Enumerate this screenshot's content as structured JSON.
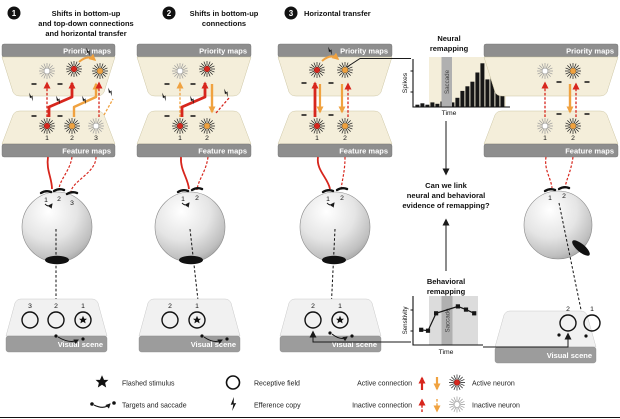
{
  "labels": {
    "priority_maps": "Priority maps",
    "feature_maps": "Feature maps",
    "visual_scene": "Visual scene"
  },
  "panels": [
    {
      "badge": "1",
      "title_lines": [
        "Shifts in bottom-up",
        "and top-down connections",
        "and horizontal transfer"
      ],
      "feature_numbers": [
        "1",
        "2",
        "3"
      ],
      "eye_numbers": [
        "1",
        "2",
        "3"
      ],
      "scene_numbers": [
        "3",
        "2",
        "1"
      ]
    },
    {
      "badge": "2",
      "title_lines": [
        "Shifts in bottom-up",
        "connections"
      ],
      "feature_numbers": [
        "1",
        "2"
      ],
      "eye_numbers": [
        "1",
        "2"
      ],
      "scene_numbers": [
        "2",
        "1"
      ]
    },
    {
      "badge": "3",
      "title_lines": [
        "Horizontal transfer"
      ],
      "feature_numbers": [
        "1",
        "2"
      ],
      "eye_numbers": [
        "1",
        "2"
      ],
      "scene_numbers": [
        "2",
        "1"
      ]
    },
    {
      "badge": "",
      "title_lines": [],
      "feature_numbers": [
        "1",
        "2"
      ],
      "eye_numbers": [
        "1",
        "2"
      ],
      "scene_numbers": [
        "2",
        "1"
      ]
    }
  ],
  "question": {
    "lines": [
      "Can we link",
      "neural and behavioral",
      "evidence of remapping?"
    ]
  },
  "chart_data": [
    {
      "type": "bar",
      "title": "Neural remapping",
      "title_lines": [
        "Neural",
        "remapping"
      ],
      "ylabel": "Spikes",
      "xlabel": "Time",
      "band_label": "Saccade",
      "legend_position": "none",
      "values": [
        5,
        8,
        5,
        10,
        7,
        12,
        18,
        10,
        20,
        35,
        45,
        55,
        75,
        95,
        60,
        88,
        82,
        75
      ],
      "values_unit": "relative spike rate (% of max)"
    },
    {
      "type": "line",
      "title": "Behavioral remapping",
      "title_lines": [
        "Behavioral",
        "remapping"
      ],
      "ylabel": "Sensitivity",
      "xlabel": "Time",
      "band_label": "Saccade",
      "legend_position": "none",
      "x_frac": [
        0.12,
        0.22,
        0.34,
        0.66,
        0.78,
        0.9
      ],
      "y_frac": [
        0.33,
        0.31,
        0.69,
        0.84,
        0.77,
        0.69
      ],
      "values_unit": "relative sensitivity (fraction of axis)"
    }
  ],
  "legend": {
    "flashed_stimulus": "Flashed stimulus",
    "targets_saccade": "Targets and saccade",
    "receptive_field": "Receptive field",
    "efference_copy": "Efference copy",
    "active_connection": "Active connection",
    "inactive_connection": "Inactive connection",
    "active_neuron": "Active neuron",
    "inactive_neuron": "Inactive neuron"
  },
  "colors": {
    "red": "#d7261d",
    "orange": "#f0a240",
    "beige": "#f4eeda",
    "map_bar_gray": "#8e8e8e",
    "scene_bar_gray": "#9c9c9c",
    "band_gray": "#b0b0b0"
  }
}
